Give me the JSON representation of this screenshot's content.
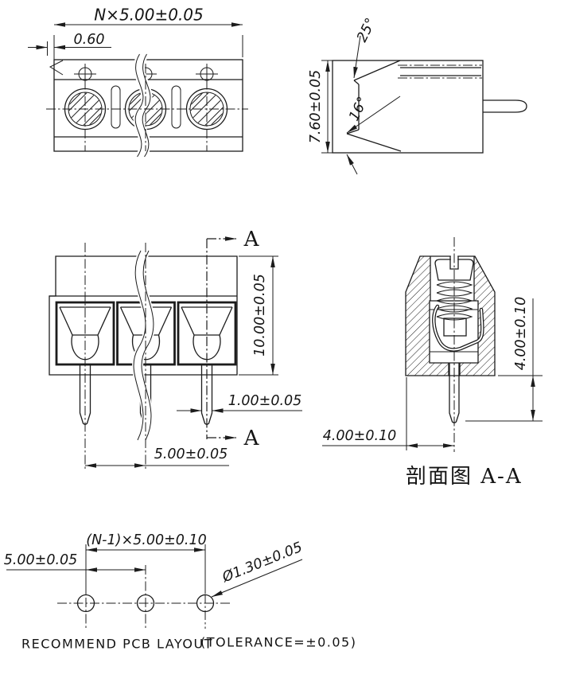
{
  "drawing": {
    "top_view": {
      "dim_pitch": "N×5.00±0.05",
      "dim_offset": "0.60"
    },
    "side_view": {
      "dim_height": "7.60±0.05",
      "angle_upper": "25°",
      "angle_lower": "16°"
    },
    "front_view": {
      "dim_height": "10.00±0.05",
      "dim_pin_width": "1.00±0.05",
      "dim_pitch": "5.00±0.05",
      "section_label_top": "A",
      "section_label_bottom": "A"
    },
    "section_view": {
      "dim_pin_length": "4.00±0.10",
      "dim_center_offset": "4.00±0.10",
      "caption": "剖面图 A-A"
    },
    "pcb_view": {
      "dim_span": "(N-1)×5.00±0.10",
      "dim_pitch": "5.00±0.05",
      "dim_hole_dia": "Ø1.30±0.05",
      "caption": "RECOMMEND PCB LAYOUT",
      "tolerance_note": "(TOLERANCE=±0.05)"
    }
  },
  "colors": {
    "line": "#1c1c1c",
    "background": "#ffffff"
  }
}
